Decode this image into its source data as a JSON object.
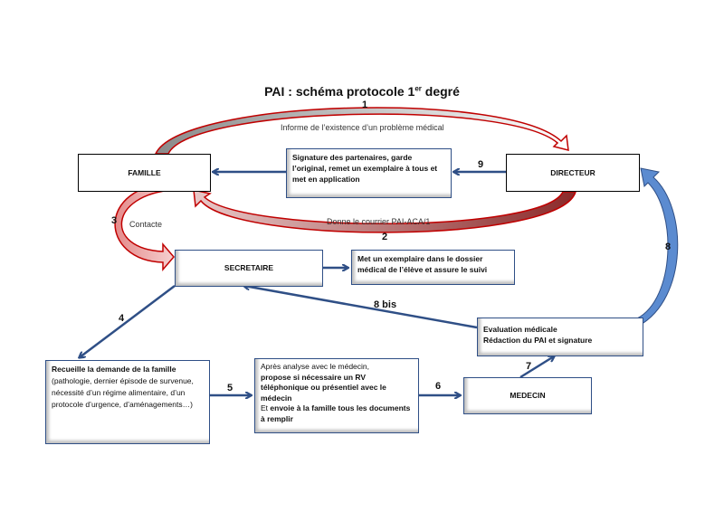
{
  "title": {
    "main": "PAI : schéma protocole 1",
    "sup": "er",
    "end": " degré"
  },
  "colors": {
    "blue_arrow": "#2f4f86",
    "red_arrow": "#c00000",
    "light_blue": "#5b8bd0"
  },
  "nodes": {
    "famille": "FAMILLE",
    "directeur": "DIRECTEUR",
    "secretaire": "SECRETAIRE",
    "medecin": "MEDECIN",
    "signature": "Signature des partenaires, garde l’original, remet un exemplaire à tous et met en application",
    "exemplaire": "Met un exemplaire dans le dossier médical de l’élève et assure le suivi",
    "evaluation": {
      "line1": "Evaluation médicale",
      "line2": "Rédaction du PAI et signature"
    },
    "recueille": {
      "bold": "Recueille  la demande de la famille",
      "rest": "(pathologie, dernier épisode de survenue, nécessité d’un régime alimentaire, d’un protocole d’urgence, d’aménagements…)"
    },
    "apres": {
      "p1": "Après analyse avec le  médecin,",
      "p2": "propose si nécessaire un RV téléphonique ou présentiel avec le médecin",
      "p3": "Et ",
      "p4": "envoie à la famille tous les documents à remplir"
    }
  },
  "labels": {
    "informe": "Informe de l’existence d’un problème médical",
    "donne": "Donne le courrier PAI-ACA/1",
    "contacte": "Contacte"
  },
  "steps": {
    "s1": "1",
    "s2": "2",
    "s3": "3",
    "s4": "4",
    "s5": "5",
    "s6": "6",
    "s7": "7",
    "s8": "8",
    "s8bis": "8 bis",
    "s9": "9"
  }
}
